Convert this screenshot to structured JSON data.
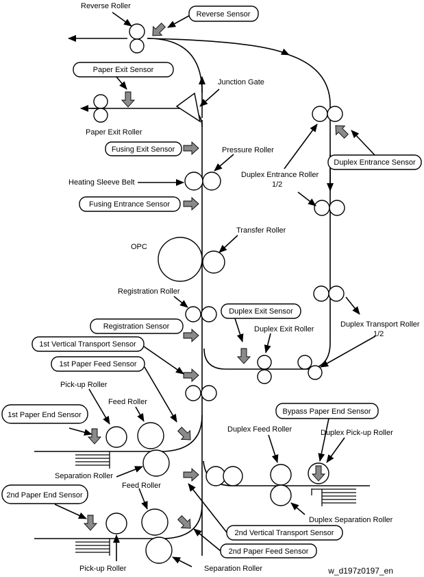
{
  "labels": {
    "reverse_roller": "Reverse Roller",
    "paper_exit_roller": "Paper Exit Roller",
    "junction_gate": "Junction Gate",
    "pressure_roller": "Pressure Roller",
    "heating_sleeve_belt": "Heating Sleeve Belt",
    "duplex_entrance_roller": "Duplex Entrance Roller",
    "duplex_entrance_roller_num": "1/2",
    "transfer_roller": "Transfer Roller",
    "opc": "OPC",
    "registration_roller": "Registration Roller",
    "duplex_exit_roller": "Duplex Exit Roller",
    "duplex_transport_roller": "Duplex Transport Roller",
    "duplex_transport_roller_num": "1/2",
    "pickup_roller_1": "Pick-up Roller",
    "feed_roller_1": "Feed Roller",
    "duplex_feed_roller": "Duplex Feed Roller",
    "duplex_pickup_roller": "Duplex Pick-up Roller",
    "separation_roller_1": "Separation Roller",
    "feed_roller_2": "Feed Roller",
    "duplex_separation_roller": "Duplex Separation Roller",
    "pickup_roller_2": "Pick-up Roller",
    "separation_roller_2": "Separation Roller"
  },
  "sensors": {
    "reverse_sensor": "Reverse Sensor",
    "paper_exit_sensor": "Paper Exit Sensor",
    "fusing_exit_sensor": "Fusing Exit Sensor",
    "duplex_entrance_sensor": "Duplex Entrance Sensor",
    "fusing_entrance_sensor": "Fusing Entrance Sensor",
    "duplex_exit_sensor": "Duplex Exit Sensor",
    "registration_sensor": "Registration Sensor",
    "vertical_transport_sensor_1": "1st Vertical Transport Sensor",
    "paper_feed_sensor_1": "1st Paper Feed Sensor",
    "bypass_paper_end_sensor": "Bypass Paper End Sensor",
    "paper_end_sensor_1": "1st Paper End Sensor",
    "paper_end_sensor_2": "2nd Paper End Sensor",
    "vertical_transport_sensor_2": "2nd Vertical Transport Sensor",
    "paper_feed_sensor_2": "2nd Paper Feed Sensor"
  },
  "figure_id": "w_d197z0197_en"
}
